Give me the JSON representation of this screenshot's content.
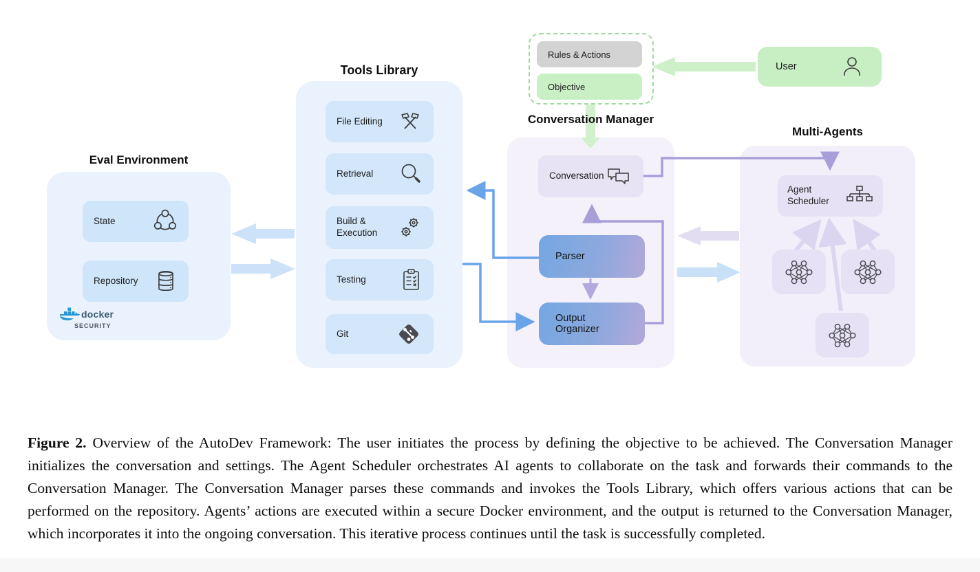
{
  "figure": {
    "caption_label": "Figure 2.",
    "caption_text": " Overview of the AutoDev Framework: The user initiates the process by defining the objective to be achieved. The Conversation Manager initializes the conversation and settings. The Agent Scheduler orchestrates AI agents to collaborate on the task and forwards their commands to the Conversation Manager. The Conversation Manager parses these commands and invokes the Tools Library, which offers various actions that can be performed on the repository. Agents’ actions are executed within a secure Docker environment, and the output is returned to the Conversation Manager, which incorporates it into the ongoing conversation. This iterative process continues until the task is successfully completed."
  },
  "eval_environment": {
    "title": "Eval Environment",
    "items": [
      {
        "label": "State",
        "icon": "cycle-icon"
      },
      {
        "label": "Repository",
        "icon": "database-icon"
      }
    ],
    "docker": {
      "brand": "docker",
      "sub": "SECURITY",
      "icon": "docker-whale-icon"
    }
  },
  "tools_library": {
    "title": "Tools Library",
    "items": [
      {
        "label": "File Editing",
        "icon": "hammers-icon"
      },
      {
        "label": "Retrieval",
        "icon": "magnifier-icon"
      },
      {
        "label": "Build & Execution",
        "icon": "gears-icon"
      },
      {
        "label": "Testing",
        "icon": "clipboard-icon"
      },
      {
        "label": "Git",
        "icon": "git-icon"
      }
    ]
  },
  "user_flow": {
    "rules_actions": "Rules & Actions",
    "objective": "Objective",
    "user": "User",
    "user_icon": "person-icon"
  },
  "conversation_manager": {
    "title": "Conversation Manager",
    "conversation": "Conversation",
    "conversation_icon": "chat-bubbles-icon",
    "parser": "Parser",
    "output_organizer": "Output Organizer"
  },
  "multi_agents": {
    "title": "Multi-Agents",
    "agent_scheduler": "Agent Scheduler",
    "scheduler_icon": "org-chart-icon",
    "agent_icon": "neural-net-icon",
    "agent_count": 3
  },
  "colors": {
    "blue_container": "#e9f2fd",
    "blue_chip": "#d4e7fa",
    "lavender_container": "#f3f0fa",
    "lavender_chip": "#e7e2f4",
    "green_fill": "#c9efc5",
    "gray_fill": "#d3d3d3",
    "gradient_blue": "#74a7e2",
    "gradient_purple": "#b3a8da",
    "line_blue": "#69a4e9",
    "line_purple": "#a89fd9",
    "thick_blue_arrow": "#cde2f8",
    "thick_lavender_arrow": "#e3ddf2",
    "green_arrow": "#cdf0c8",
    "docker_blue": "#2496d4"
  }
}
